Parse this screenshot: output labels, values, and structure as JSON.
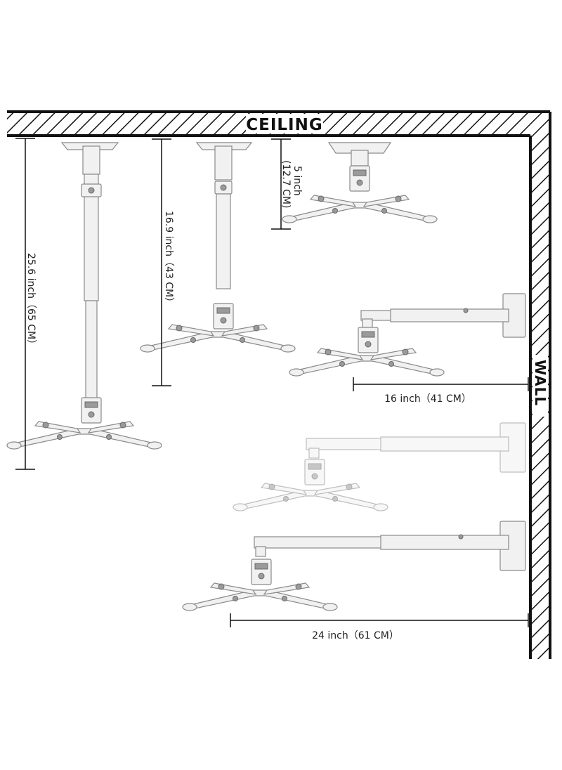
{
  "labels": {
    "ceiling": "CEILING",
    "wall": "WALL"
  },
  "dimensions": {
    "ceiling_long": "25.6 inch（65 CM）",
    "ceiling_mid": "16.9 inch（43 CM）",
    "ceiling_short_inch": "5 inch",
    "ceiling_short_cm": "(12.7 CM)",
    "wall_short": "16 inch（41 CM）",
    "wall_long": "24 inch（61 CM）"
  },
  "colors": {
    "structure": "#111111",
    "mount_fill": "#f1f1f1",
    "mount_stroke": "#8a8a8a"
  }
}
